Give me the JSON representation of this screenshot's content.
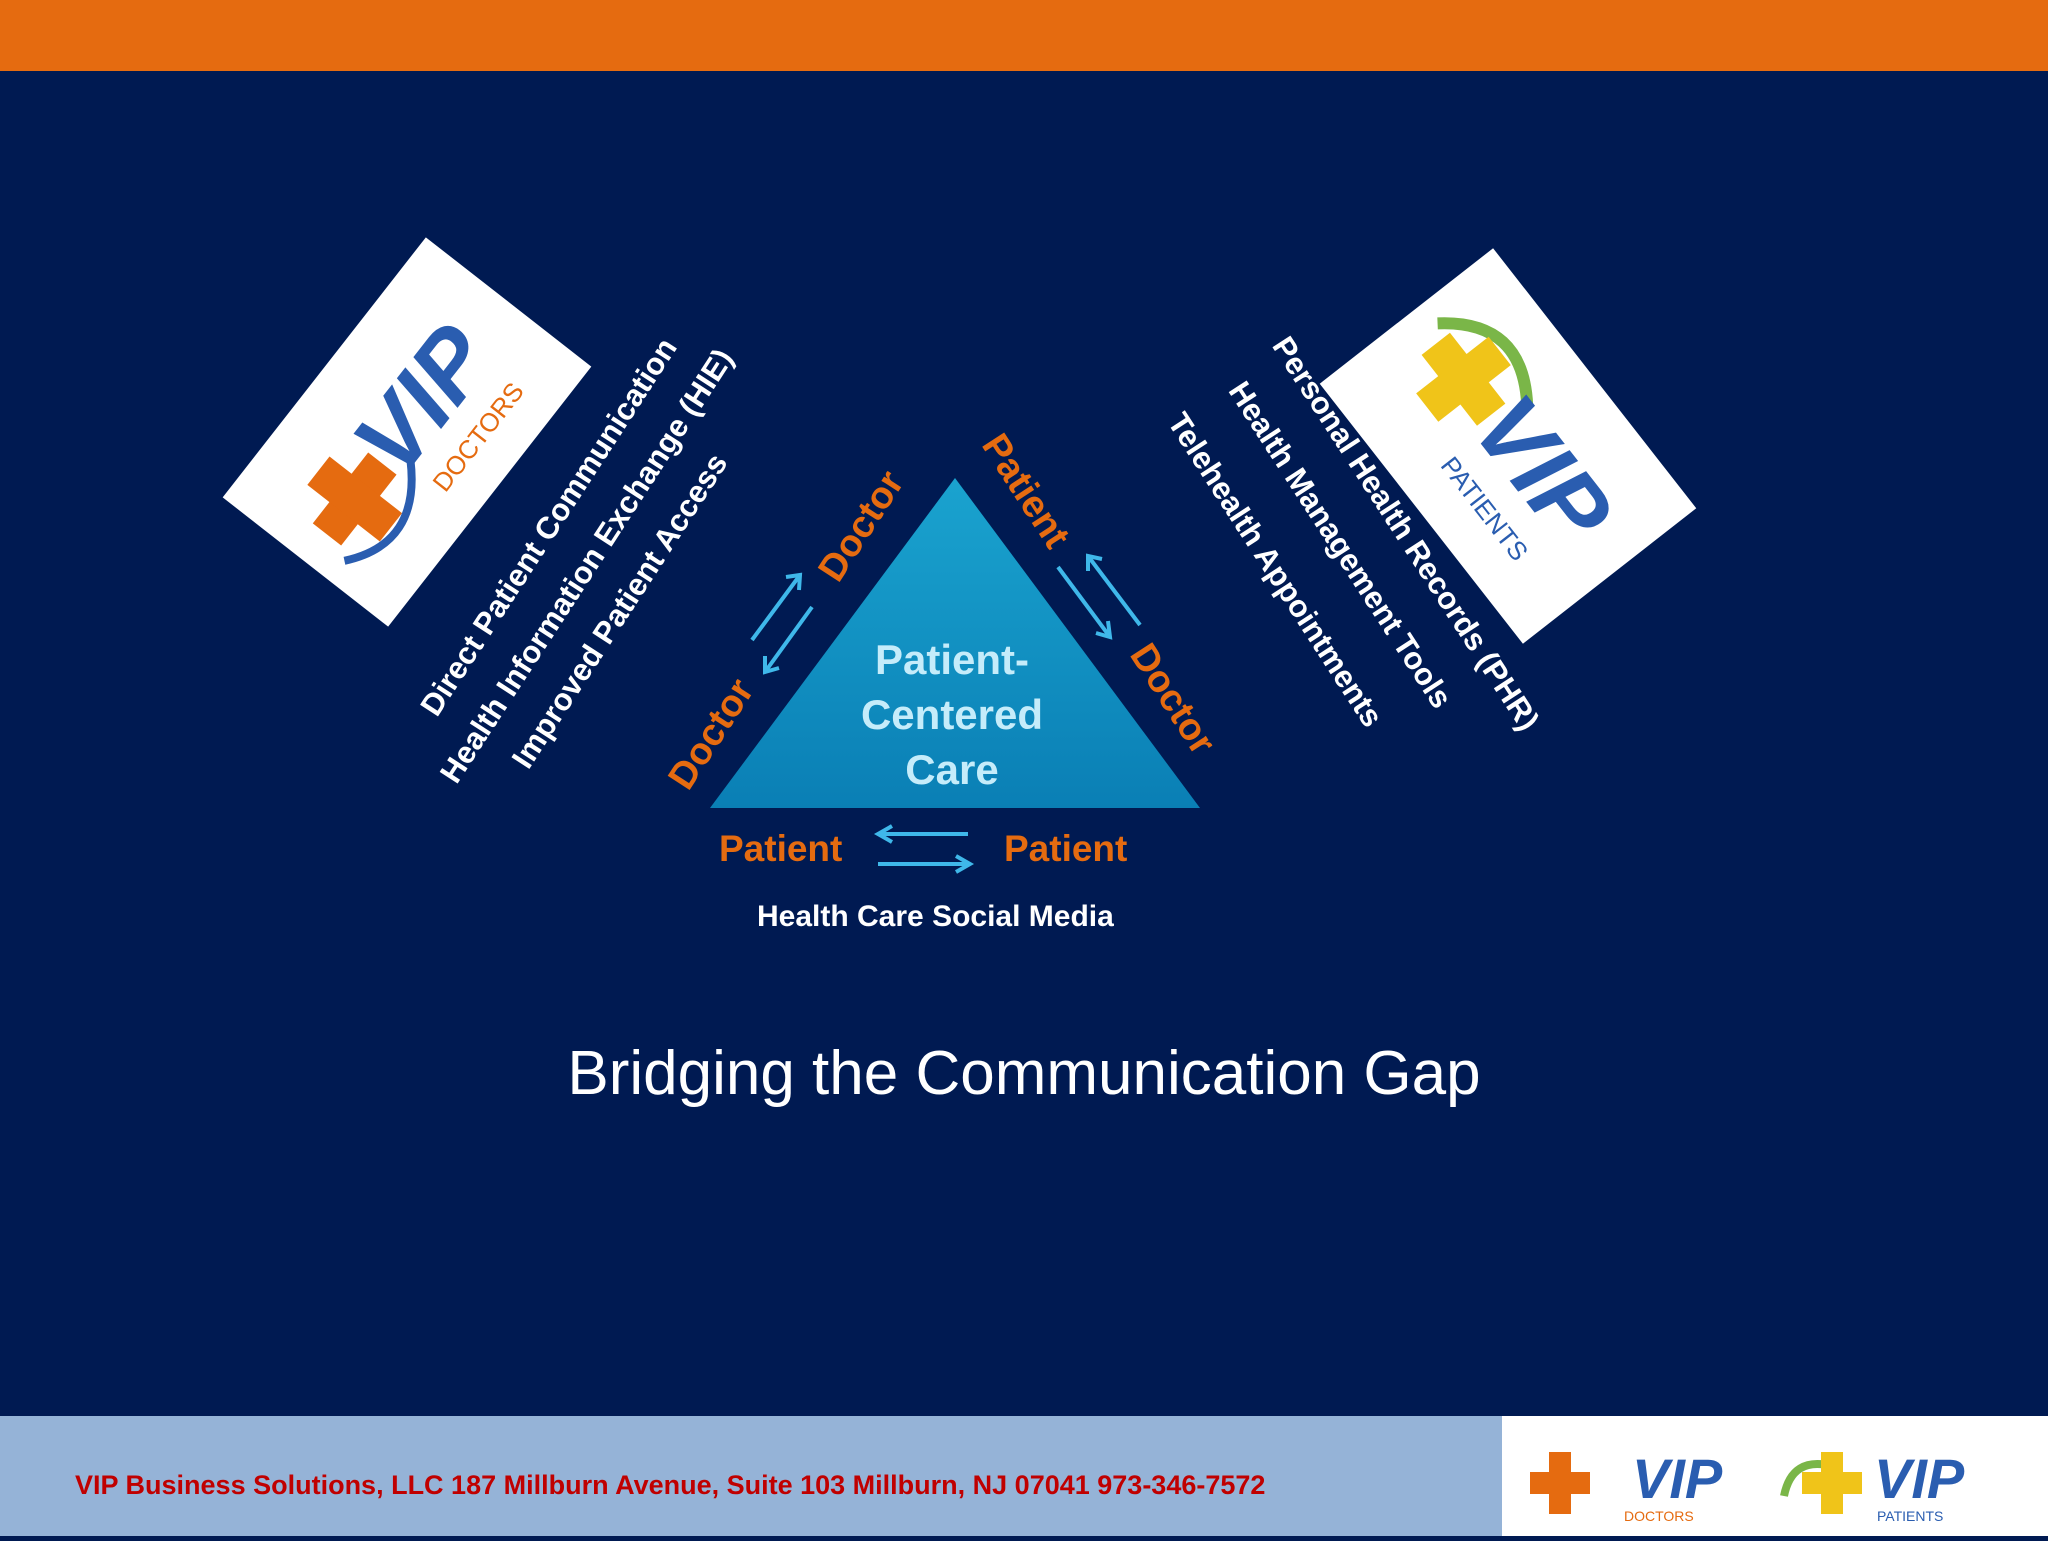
{
  "slide": {
    "title": "Bridging the Communication Gap",
    "footer_text": "VIP Business Solutions, LLC 187 Millburn Avenue, Suite 103 Millburn, NJ 07041 973-346-7572"
  },
  "triangle": {
    "center_lines": [
      "Patient-",
      "Centered",
      "Care"
    ],
    "left_side": {
      "upper_label": "Doctor",
      "lower_label": "Doctor"
    },
    "right_side": {
      "upper_label": "Patient",
      "lower_label": "Doctor"
    },
    "bottom_side": {
      "left_label": "Patient",
      "right_label": "Patient",
      "caption": "Health Care Social Media"
    }
  },
  "left_features": [
    "Direct Patient Communication",
    "Health Information Exchange (HIE)",
    "Improved Patient Access"
  ],
  "right_features": [
    "Personal Health Records (PHR)",
    "Health Management Tools",
    "Telehealth Appointments"
  ],
  "logos": {
    "doctors": {
      "brand": "VIP",
      "sub": "DOCTORS"
    },
    "patients": {
      "brand": "VIP",
      "sub": "PATIENTS"
    }
  },
  "colors": {
    "background": "#001a52",
    "top_bar": "#e56b10",
    "footer": "#95b3d7",
    "triangle": "#0a8fbf",
    "arrows": "#3fb8ea",
    "role_label": "#e56b10",
    "footer_text": "#c00000"
  }
}
